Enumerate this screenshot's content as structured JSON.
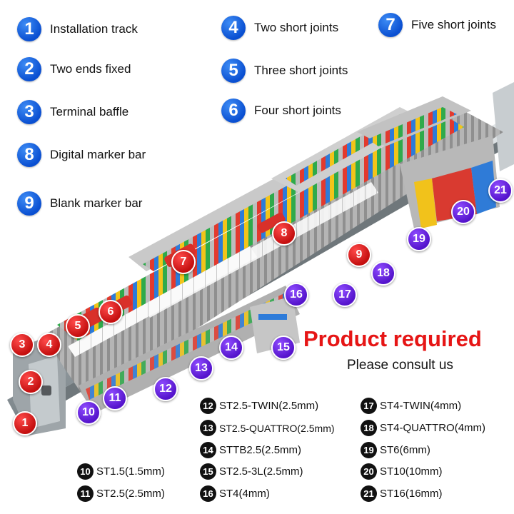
{
  "legend": [
    {
      "num": "1",
      "label": "Installation track"
    },
    {
      "num": "2",
      "label": "Two ends fixed"
    },
    {
      "num": "3",
      "label": "Terminal baffle"
    },
    {
      "num": "8",
      "label": "Digital marker bar"
    },
    {
      "num": "9",
      "label": "Blank marker bar"
    },
    {
      "num": "4",
      "label": "Two short joints"
    },
    {
      "num": "5",
      "label": "Three short joints"
    },
    {
      "num": "6",
      "label": "Four short joints"
    },
    {
      "num": "7",
      "label": "Five short joints"
    }
  ],
  "callouts": {
    "c1": "1",
    "c2": "2",
    "c3": "3",
    "c4": "4",
    "c5": "5",
    "c6": "6",
    "c7": "7",
    "c8": "8",
    "c9": "9",
    "c10": "10",
    "c11": "11",
    "c12": "12",
    "c13": "13",
    "c14": "14",
    "c15": "15",
    "c16": "16",
    "c17": "17",
    "c18": "18",
    "c19": "19",
    "c20": "20",
    "c21": "21"
  },
  "product_required": "Product required",
  "please_consult": "Please consult us",
  "specs": [
    {
      "num": "12",
      "text": "ST2.5-TWIN(2.5mm)"
    },
    {
      "num": "13",
      "text": "ST2.5-QUATTRO(2.5mm)"
    },
    {
      "num": "14",
      "text": "STTB2.5(2.5mm)"
    },
    {
      "num": "15",
      "text": "ST2.5-3L(2.5mm)"
    },
    {
      "num": "16",
      "text": "ST4(4mm)"
    },
    {
      "num": "17",
      "text": "ST4-TWIN(4mm)"
    },
    {
      "num": "18",
      "text": "ST4-QUATTRO(4mm)"
    },
    {
      "num": "19",
      "text": "ST6(6mm)"
    },
    {
      "num": "20",
      "text": "ST10(10mm)"
    },
    {
      "num": "21",
      "text": "ST16(16mm)"
    },
    {
      "num": "10",
      "text": "ST1.5(1.5mm)"
    },
    {
      "num": "11",
      "text": "ST2.5(2.5mm)"
    }
  ],
  "colors": {
    "badge_blue": "#0a4fd1",
    "callout_red": "#d81414",
    "callout_purple": "#6a22e0",
    "headline_red": "#e61515",
    "terminal_grey": "#b9b9b9",
    "rail_steel": "#9aa3a8"
  }
}
